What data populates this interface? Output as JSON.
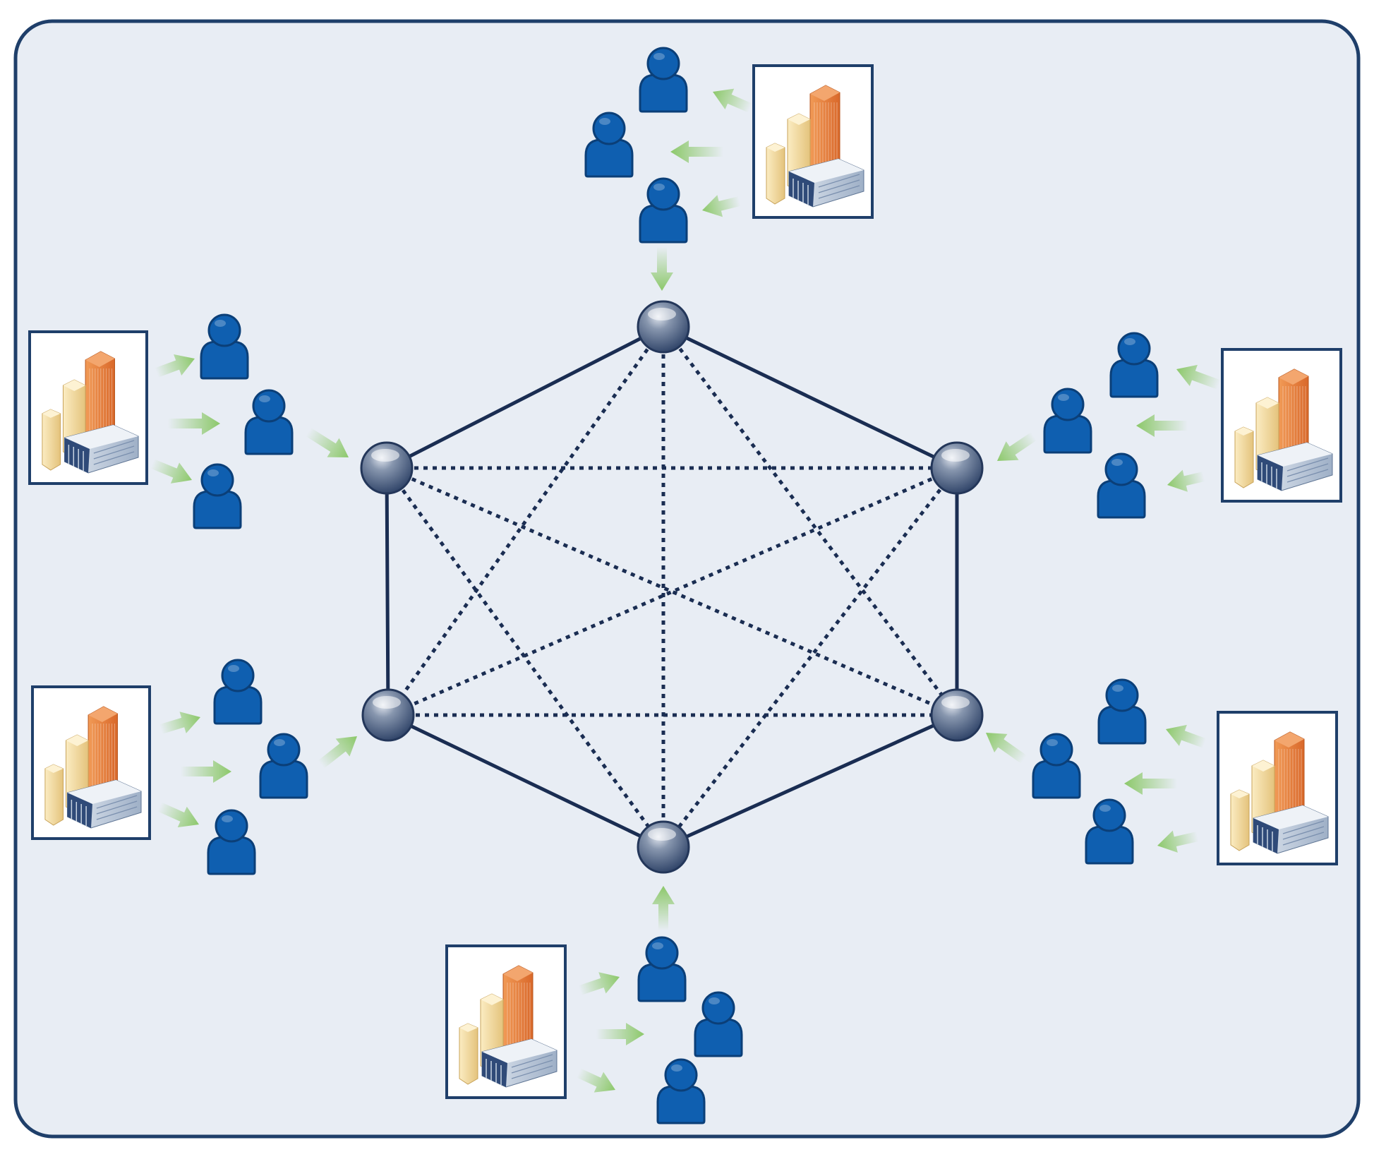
{
  "diagram": {
    "type": "network-mesh",
    "colors": {
      "panel_fill": "#e8edf4",
      "panel_border": "#1f3f6a",
      "edge": "#1a2d52",
      "node_fill": "#5b6e8c",
      "node_highlight": "#c9d2df",
      "person_fill": "#0f5fb0",
      "person_stroke": "#0b3f78",
      "arrow": "#8cc86a",
      "building_box_border": "#1f3f6a",
      "building_orange": "#e07c3a",
      "building_yellow": "#efd9a0",
      "building_blue": "#c9d4e2"
    },
    "icons": [
      "person-icon",
      "building-icon",
      "arrow-icon",
      "network-node"
    ],
    "hub_nodes": [
      "top",
      "upper-right",
      "lower-right",
      "bottom",
      "lower-left",
      "upper-left"
    ],
    "clusters": [
      {
        "id": "top",
        "attached_node": "top",
        "people": 3,
        "buildings": 1
      },
      {
        "id": "upper-left",
        "attached_node": "upper-left",
        "people": 3,
        "buildings": 1
      },
      {
        "id": "upper-right",
        "attached_node": "upper-right",
        "people": 3,
        "buildings": 1
      },
      {
        "id": "lower-left",
        "attached_node": "lower-left",
        "people": 3,
        "buildings": 1
      },
      {
        "id": "lower-right",
        "attached_node": "lower-right",
        "people": 3,
        "buildings": 1
      },
      {
        "id": "bottom",
        "attached_node": "bottom",
        "people": 3,
        "buildings": 1
      }
    ],
    "edges_solid": [
      [
        "top",
        "upper-right"
      ],
      [
        "upper-right",
        "lower-right"
      ],
      [
        "lower-right",
        "bottom"
      ],
      [
        "bottom",
        "lower-left"
      ],
      [
        "lower-left",
        "upper-left"
      ],
      [
        "upper-left",
        "top"
      ]
    ],
    "edges_dotted": [
      [
        "top",
        "lower-left"
      ],
      [
        "top",
        "bottom"
      ],
      [
        "top",
        "lower-right"
      ],
      [
        "upper-left",
        "upper-right"
      ],
      [
        "upper-left",
        "lower-right"
      ],
      [
        "upper-left",
        "bottom"
      ],
      [
        "upper-right",
        "lower-left"
      ],
      [
        "upper-right",
        "bottom"
      ],
      [
        "lower-left",
        "lower-right"
      ]
    ]
  }
}
